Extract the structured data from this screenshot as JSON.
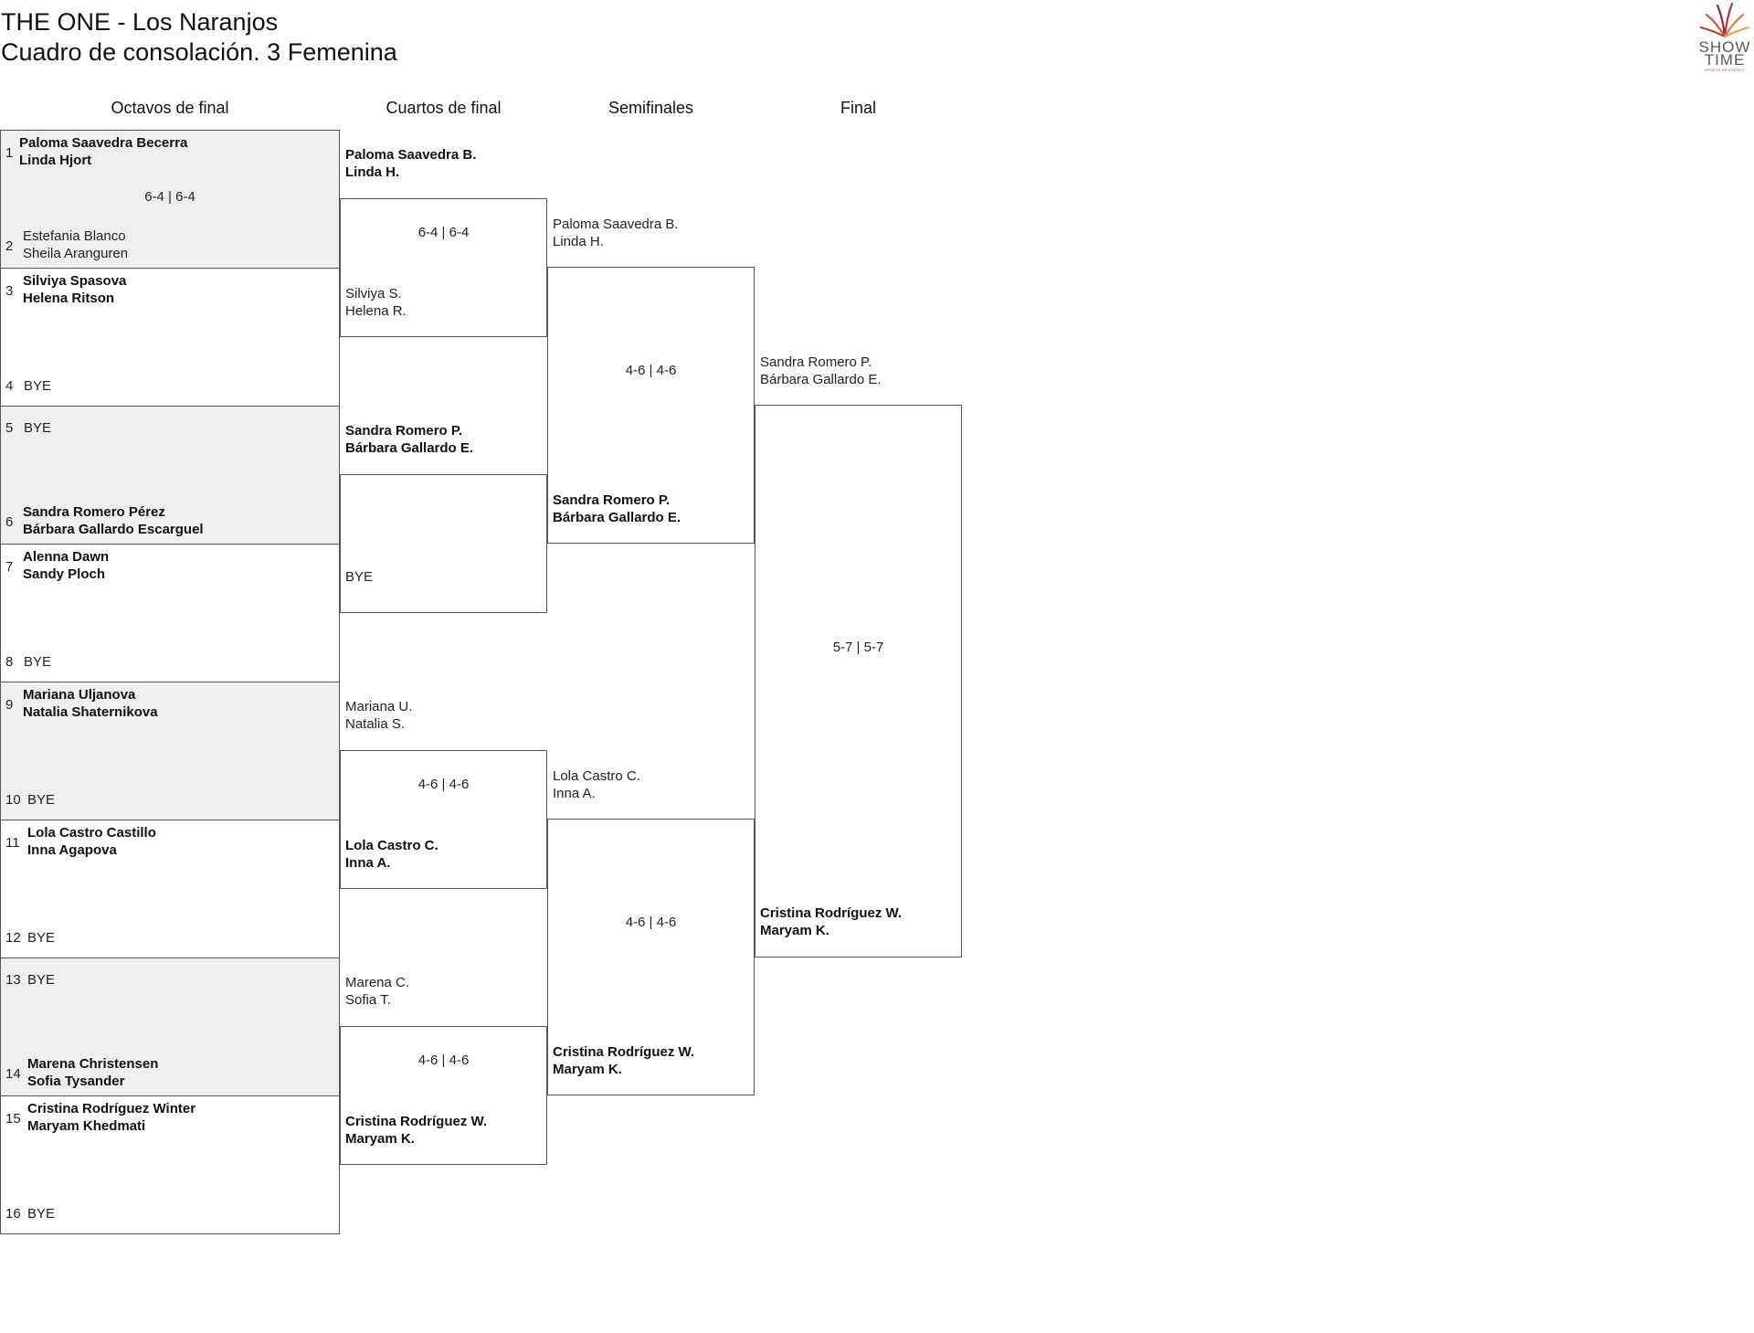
{
  "header": {
    "title": "THE ONE - Los Naranjos",
    "subtitle": "Cuadro de consolación. 3 Femenina",
    "logo_text_top": "SHOW",
    "logo_text_bottom": "TIME",
    "logo_tagline": "SPORTS PR AGENCY"
  },
  "rounds": [
    "Octavos de final",
    "Cuartos de final",
    "Semifinales",
    "Final"
  ],
  "r16": [
    {
      "seed": "1",
      "p1": "Paloma Saavedra Becerra",
      "p2": "Linda Hjort"
    },
    {
      "seed": "2",
      "p1": "Estefania Blanco",
      "p2": "Sheila Aranguren"
    },
    {
      "seed": "3",
      "p1": "Silviya Spasova",
      "p2": "Helena Ritson"
    },
    {
      "seed": "4",
      "p1": "BYE",
      "p2": ""
    },
    {
      "seed": "5",
      "p1": "BYE",
      "p2": ""
    },
    {
      "seed": "6",
      "p1": "Sandra Romero Pérez",
      "p2": "Bárbara Gallardo Escarguel"
    },
    {
      "seed": "7",
      "p1": "Alenna Dawn",
      "p2": "Sandy Ploch"
    },
    {
      "seed": "8",
      "p1": "BYE",
      "p2": ""
    },
    {
      "seed": "9",
      "p1": "Mariana Uljanova",
      "p2": "Natalia Shaternikova"
    },
    {
      "seed": "10",
      "p1": "BYE",
      "p2": ""
    },
    {
      "seed": "11",
      "p1": "Lola Castro Castillo",
      "p2": "Inna Agapova"
    },
    {
      "seed": "12",
      "p1": "BYE",
      "p2": ""
    },
    {
      "seed": "13",
      "p1": "BYE",
      "p2": ""
    },
    {
      "seed": "14",
      "p1": "Marena Christensen",
      "p2": "Sofia Tysander"
    },
    {
      "seed": "15",
      "p1": "Cristina Rodríguez Winter",
      "p2": "Maryam Khedmati"
    },
    {
      "seed": "16",
      "p1": "BYE",
      "p2": ""
    }
  ],
  "r16_scores": [
    "6-4 | 6-4"
  ],
  "qf": [
    {
      "p1": "Paloma Saavedra B.",
      "p2": "Linda H."
    },
    {
      "p1": "Silviya S.",
      "p2": "Helena R."
    },
    {
      "p1": "Sandra Romero P.",
      "p2": "Bárbara Gallardo E."
    },
    {
      "p1": "BYE",
      "p2": ""
    },
    {
      "p1": "Mariana U.",
      "p2": "Natalia S."
    },
    {
      "p1": "Lola Castro C.",
      "p2": "Inna A."
    },
    {
      "p1": "Marena C.",
      "p2": "Sofia T."
    },
    {
      "p1": "Cristina Rodríguez W.",
      "p2": "Maryam K."
    }
  ],
  "qf_scores": [
    "6-4 | 6-4",
    "4-6 | 4-6",
    "4-6 | 4-6"
  ],
  "sf": [
    {
      "p1": "Paloma Saavedra B.",
      "p2": "Linda H."
    },
    {
      "p1": "Sandra Romero P.",
      "p2": "Bárbara Gallardo E."
    },
    {
      "p1": "Lola Castro C.",
      "p2": "Inna A."
    },
    {
      "p1": "Cristina Rodríguez W.",
      "p2": "Maryam K."
    }
  ],
  "sf_scores": [
    "4-6 | 4-6",
    "4-6 | 4-6"
  ],
  "final": [
    {
      "p1": "Sandra Romero P.",
      "p2": "Bárbara Gallardo E."
    },
    {
      "p1": "Cristina Rodríguez W.",
      "p2": "Maryam K."
    }
  ],
  "final_score": "5-7 | 5-7"
}
